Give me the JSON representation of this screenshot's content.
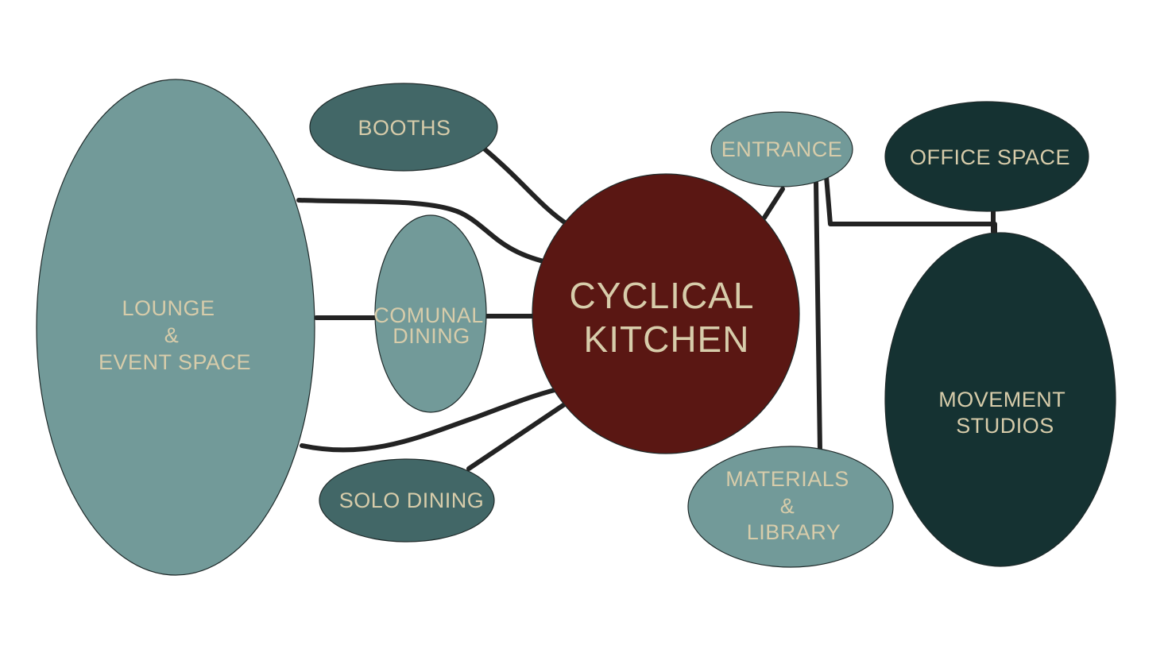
{
  "colors": {
    "light_teal": "#729a99",
    "mid_teal": "#426767",
    "dark_teal": "#153232",
    "kitchen_red": "#5a1713",
    "link": "#232323",
    "label": "#d7ccaa"
  },
  "nodes": {
    "lounge": [
      "LOUNGE",
      "&",
      "EVENT SPACE"
    ],
    "booths": [
      "BOOTHS"
    ],
    "comunal": [
      "COMUNAL",
      "DINING"
    ],
    "solo": [
      "SOLO DINING"
    ],
    "kitchen": [
      "CYCLICAL",
      "KITCHEN"
    ],
    "entrance": [
      "ENTRANCE"
    ],
    "materials": [
      "MATERIALS",
      "&",
      "LIBRARY"
    ],
    "office": [
      "OFFICE SPACE"
    ],
    "movement": [
      "MOVEMENT",
      "STUDIOS"
    ]
  }
}
